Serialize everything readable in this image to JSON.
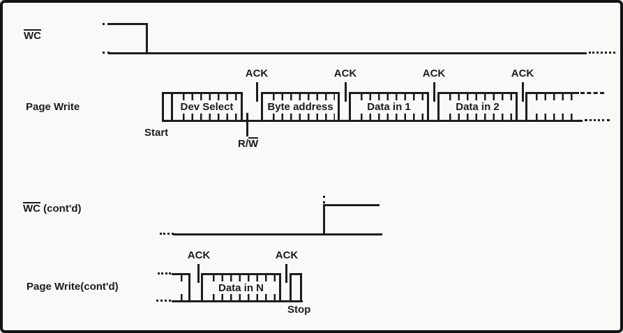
{
  "signal_labels": {
    "wc": "WC",
    "wc_cont_prefix": "WC",
    "wc_cont_suffix": " (cont'd)",
    "page_write": "Page Write",
    "page_write_cont": "Page Write(cont'd)"
  },
  "markers": {
    "start": "Start",
    "stop": "Stop",
    "ack": "ACK",
    "rw_prefix": "R/",
    "rw_overlined": "W"
  },
  "row1_boxes": {
    "dev_select": "Dev Select",
    "byte_address": "Byte address",
    "data_in_1": "Data in 1",
    "data_in_2": "Data in 2"
  },
  "row2_boxes": {
    "data_in_n": "Data in N"
  },
  "colors": {
    "ink": "#1c1c1c",
    "background": "#f9f9f7",
    "frame_border": "#141414"
  }
}
